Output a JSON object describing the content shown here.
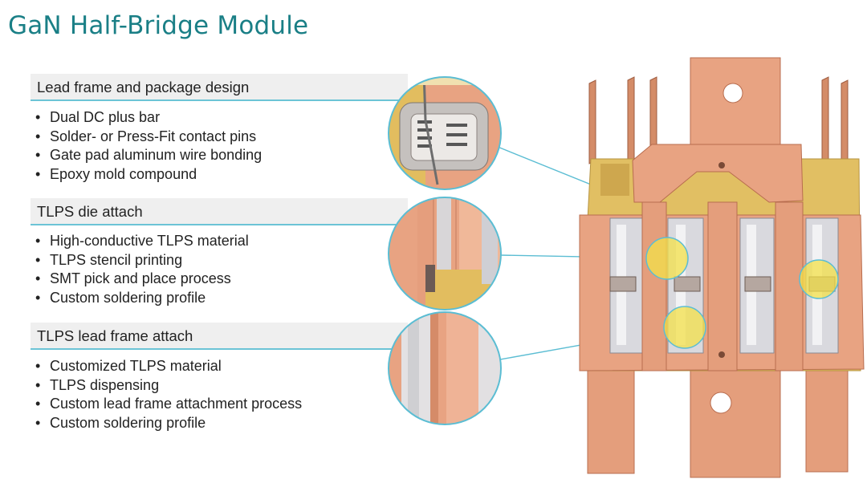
{
  "title": "GaN Half-Bridge Module",
  "sections": [
    {
      "heading": "Lead frame and package design",
      "items": [
        "Dual DC plus bar",
        "Solder- or Press-Fit contact pins",
        "Gate pad aluminum wire bonding",
        "Epoxy mold compound"
      ]
    },
    {
      "heading": "TLPS die attach",
      "items": [
        "High-conductive TLPS material",
        "TLPS stencil printing",
        "SMT pick and place process",
        "Custom soldering profile"
      ]
    },
    {
      "heading": "TLPS lead frame attach",
      "items": [
        "Customized TLPS material",
        "TLPS dispensing",
        "Custom lead frame attachment process",
        "Custom soldering profile"
      ]
    }
  ],
  "bullet_glyph": "•",
  "colors": {
    "title": "#1a7f86",
    "accent_line": "#6cc4d6",
    "copper": "#e8a07e",
    "mold": "#e5c36a",
    "highlight": "#f3e04a"
  }
}
